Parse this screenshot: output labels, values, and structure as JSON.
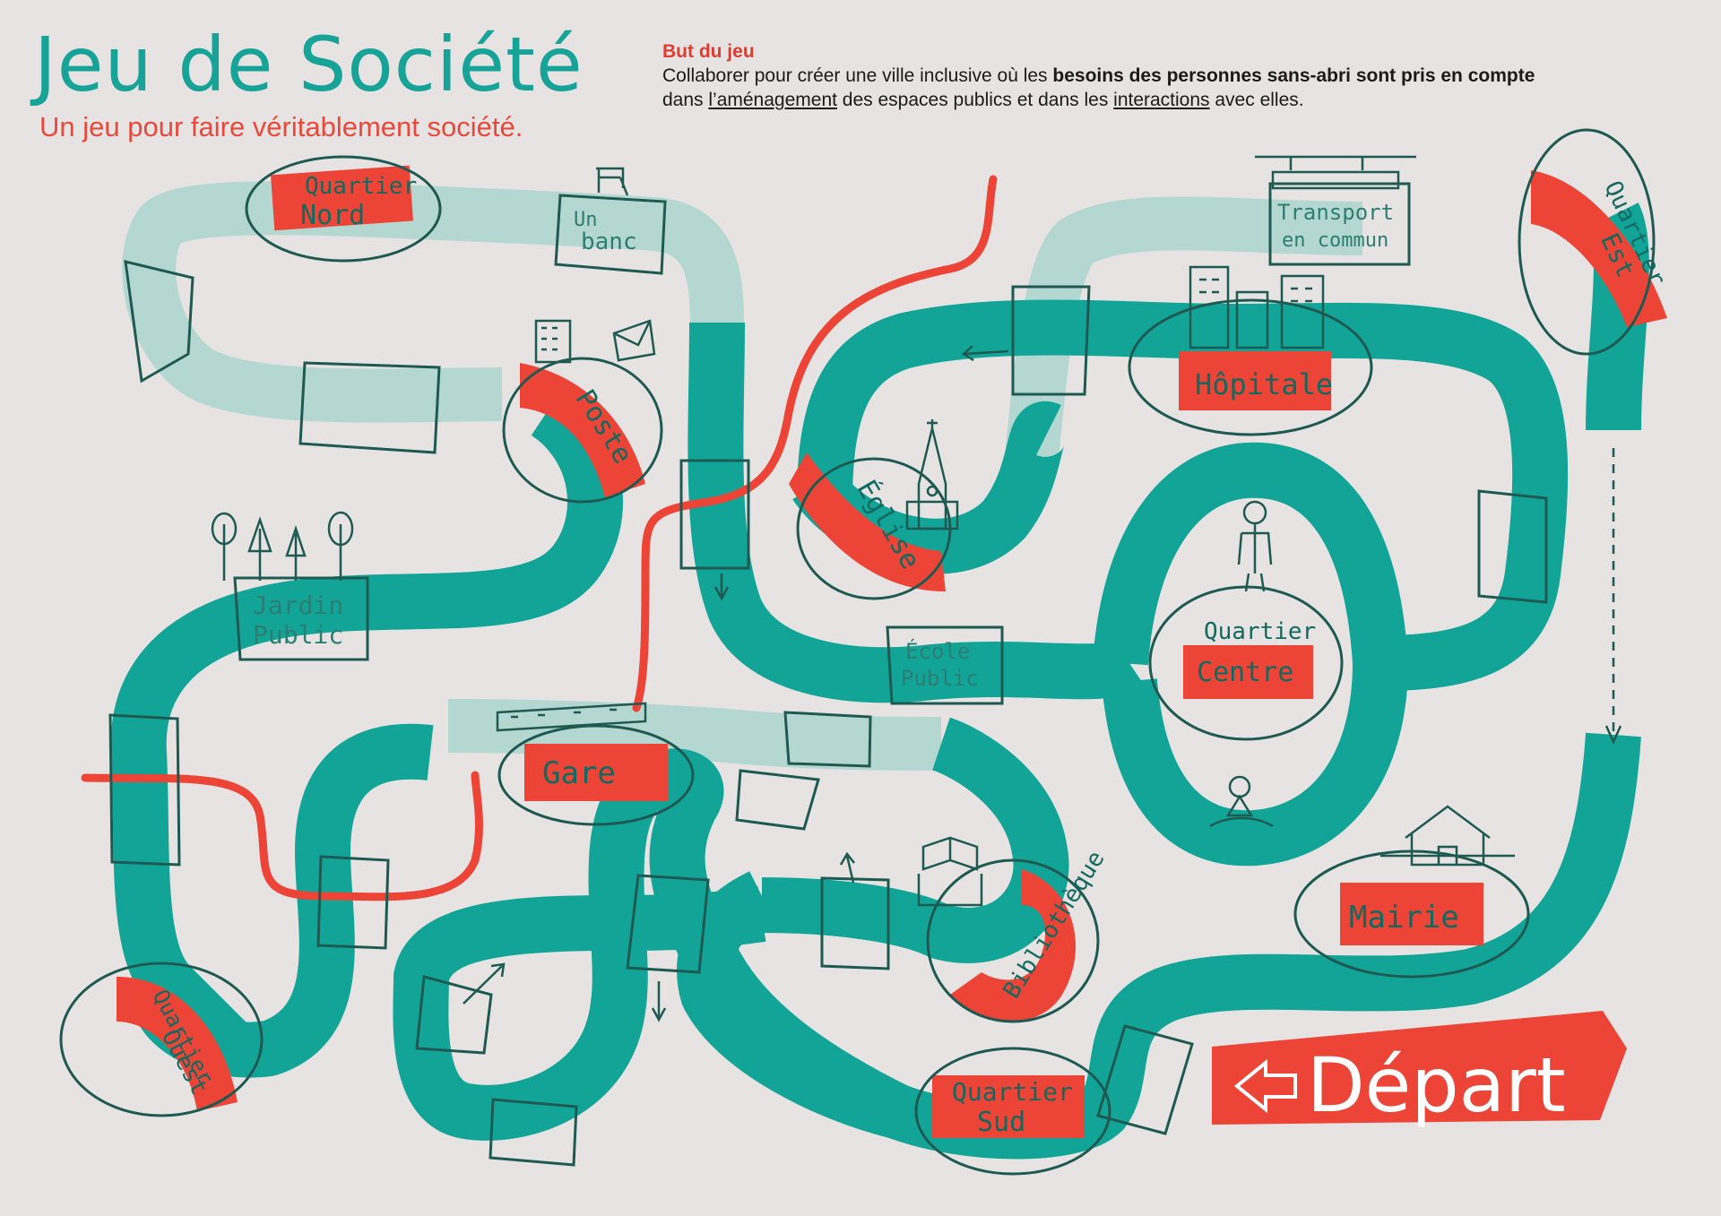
{
  "header": {
    "title": "Jeu de Société",
    "subtitle": "Un jeu pour faire véritablement société."
  },
  "goal": {
    "title": "But du jeu",
    "text_1": "Collaborer pour créer une ville inclusive où les ",
    "text_bold": "besoins des personnes sans-abri sont pris en compte",
    "text_2": "dans ",
    "link_1": "l’aménagement",
    "text_3": " des espaces publics et dans les ",
    "link_2": "interactions",
    "text_4": " avec elles."
  },
  "districts": {
    "quartier_nord": [
      "Quartier",
      "Nord"
    ],
    "quartier_est": [
      "Quartier",
      "Est"
    ],
    "quartier_centre": [
      "Quartier",
      "Centre"
    ],
    "quartier_ouest": [
      "Quartier",
      "Ouest"
    ],
    "quartier_sud": [
      "Quartier",
      "Sud"
    ],
    "poste": "Poste",
    "eglise": "Église",
    "hopitale": "Hôpitale",
    "gare": "Gare",
    "bibliotheque": "Bibliothèque",
    "mairie": "Mairie"
  },
  "places": {
    "banc": [
      "Un",
      "banc"
    ],
    "transport": [
      "Transport",
      "en commun"
    ],
    "jardin": [
      "Jardin",
      "Public"
    ],
    "ecole": [
      "École",
      "Public"
    ]
  },
  "start": {
    "label": "Départ"
  },
  "colors": {
    "path": "#12a597",
    "path_light": "#b4d7d1",
    "accent_red": "#ec4436",
    "outline": "#1e5a52",
    "background": "#e6e3e2"
  }
}
